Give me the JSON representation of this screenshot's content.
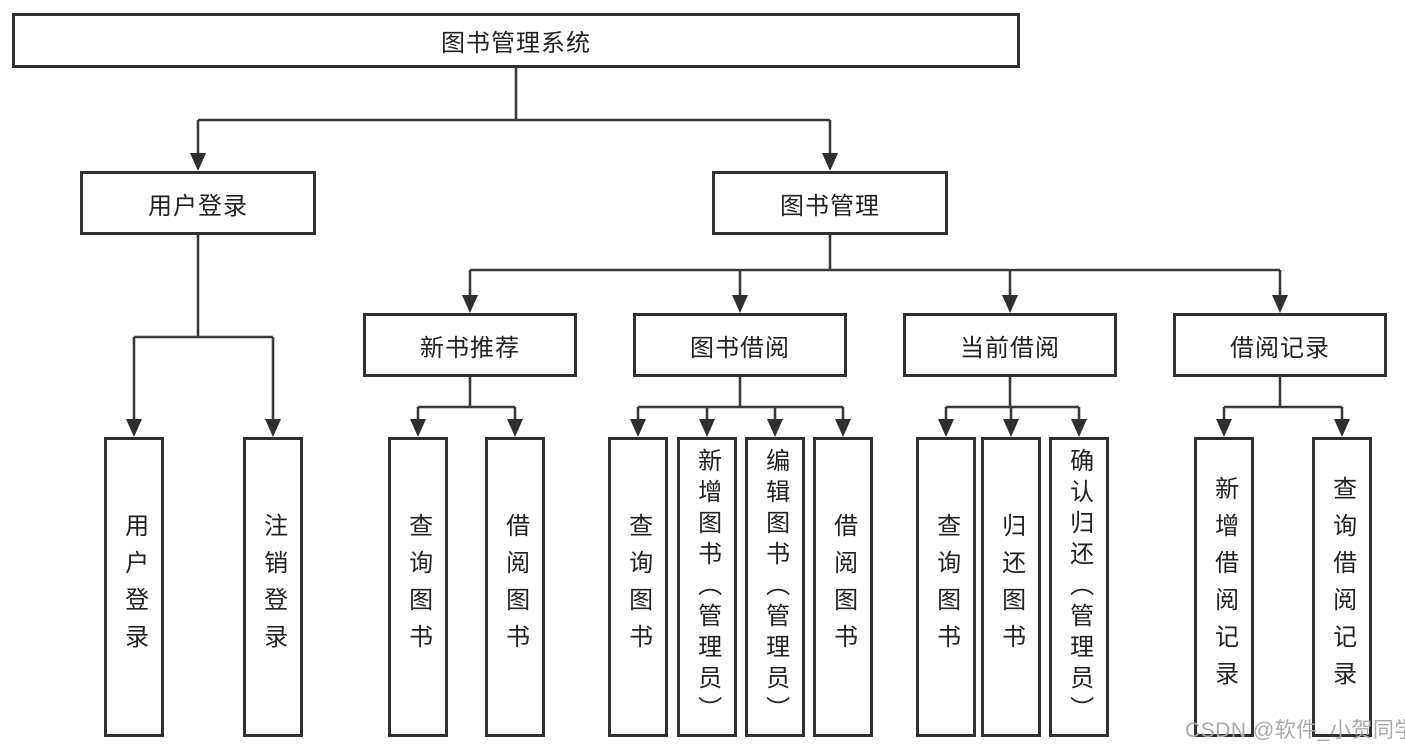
{
  "tree": {
    "label": "图书管理系统",
    "children": [
      {
        "label": "用户登录",
        "children": [
          {
            "label": "用户登录"
          },
          {
            "label": "注销登录"
          }
        ]
      },
      {
        "label": "图书管理",
        "children": [
          {
            "label": "新书推荐",
            "children": [
              {
                "label": "查询图书"
              },
              {
                "label": "借阅图书"
              }
            ]
          },
          {
            "label": "图书借阅",
            "children": [
              {
                "label": "查询图书"
              },
              {
                "label": "新增图书（管理员）"
              },
              {
                "label": "编辑图书（管理员）"
              },
              {
                "label": "借阅图书"
              }
            ]
          },
          {
            "label": "当前借阅",
            "children": [
              {
                "label": "查询图书"
              },
              {
                "label": "归还图书"
              },
              {
                "label": "确认归还（管理员）"
              }
            ]
          },
          {
            "label": "借阅记录",
            "children": [
              {
                "label": "新增借阅记录"
              },
              {
                "label": "查询借阅记录"
              }
            ]
          }
        ]
      }
    ]
  },
  "watermark": "CSDN @软件_小贺同学",
  "colors": {
    "box_border": "#2f2f2f",
    "connector_line": "#3a3a3a",
    "text": "#222222",
    "watermark_text": "#a9a9a9",
    "background": "#ffffff"
  }
}
